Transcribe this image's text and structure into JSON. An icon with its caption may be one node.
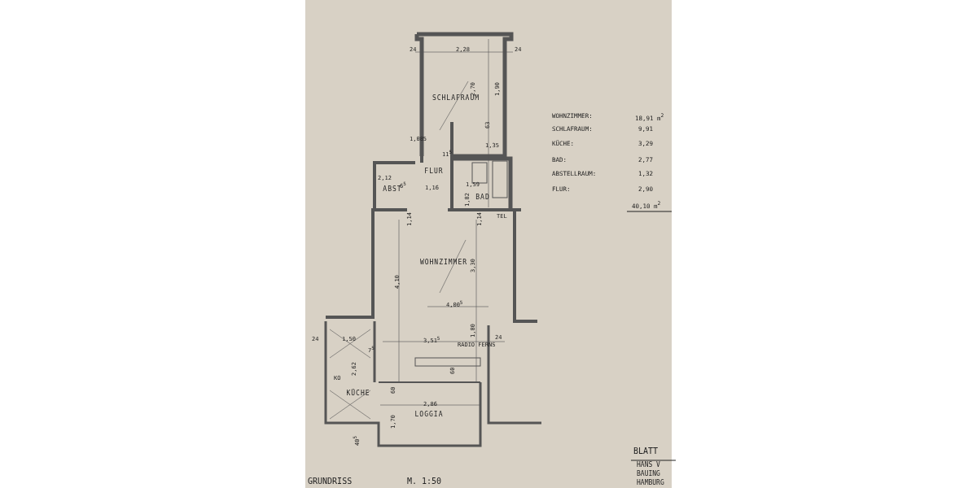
{
  "diagram": {
    "nodes": [
      {
        "text": [
          "SCHLAFRAUM"
        ]
      },
      {
        "text": [
          "FLUR"
        ]
      },
      {
        "text": [
          "ABST"
        ]
      },
      {
        "text": [
          "BAD"
        ]
      },
      {
        "text": [
          "WOHNZIMMER"
        ]
      },
      {
        "text": [
          "KÜCHE"
        ]
      },
      {
        "text": [
          "LOGGIA"
        ]
      }
    ],
    "labels": [
      "24",
      "2,28",
      "24",
      "2,70",
      "1,90",
      "63",
      "1,085",
      "1,35",
      "11$^{5}$",
      "2,12",
      "6$^{5}$",
      "1,16",
      "1,59",
      "1,82",
      "1,14",
      "1,14",
      "TEL",
      "4,10",
      "3,30",
      "4,00$^{5}$",
      "1,80",
      "24",
      "1,50",
      "3,51$^{5}$",
      "24",
      "7$^{5}$",
      "RADIO FERNS",
      "2,62",
      "KO",
      "60",
      "60",
      "2,86",
      "1,70",
      "40$^{5}$",
      "WOHNZIMMER:",
      "18,91 m$^{2}$",
      "SCHLAFRAUM:",
      "9,91",
      "KÜCHE:",
      "3,29",
      "BAD:",
      "2,77",
      "ABSTELLRAUM:",
      "1,32",
      "FLUR:",
      "2,90",
      "40,10 m$^{2}$",
      "GRUNDRISS",
      "M. 1:50",
      "BLATT",
      "HANS V",
      "BAUING",
      "HAMBURG"
    ]
  }
}
